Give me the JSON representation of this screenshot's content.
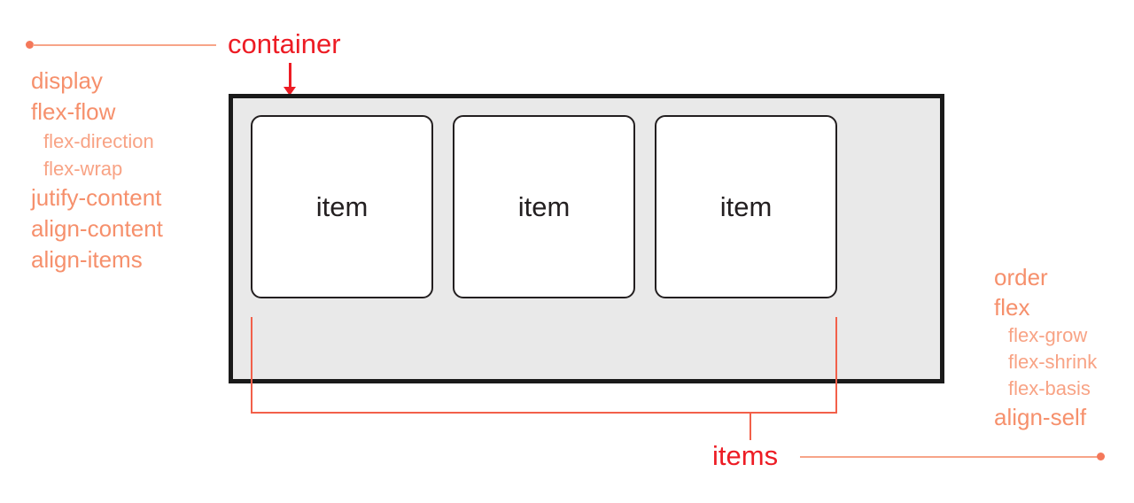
{
  "labels": {
    "container": "container",
    "items": "items"
  },
  "container_box": {
    "items": [
      {
        "label": "item"
      },
      {
        "label": "item"
      },
      {
        "label": "item"
      }
    ]
  },
  "container_properties": [
    {
      "label": "display",
      "level": "main"
    },
    {
      "label": "flex-flow",
      "level": "main"
    },
    {
      "label": "flex-direction",
      "level": "sub"
    },
    {
      "label": "flex-wrap",
      "level": "sub"
    },
    {
      "label": "jutify-content",
      "level": "main"
    },
    {
      "label": "align-content",
      "level": "main"
    },
    {
      "label": "align-items",
      "level": "main"
    }
  ],
  "item_properties": [
    {
      "label": "order",
      "level": "main"
    },
    {
      "label": "flex",
      "level": "main"
    },
    {
      "label": "flex-grow",
      "level": "sub"
    },
    {
      "label": "flex-shrink",
      "level": "sub"
    },
    {
      "label": "flex-basis",
      "level": "sub"
    },
    {
      "label": "align-self",
      "level": "main"
    }
  ],
  "colors": {
    "callout_red": "#ed1c24",
    "property_main": "#f6906c",
    "property_sub": "#f8a385",
    "bracket": "#f2604a",
    "connector_line": "#f7a488",
    "connector_dot": "#f4785a",
    "container_bg": "#e9e9e9",
    "container_border": "#1a1a1a",
    "item_border": "#231f20",
    "item_bg": "#ffffff"
  }
}
